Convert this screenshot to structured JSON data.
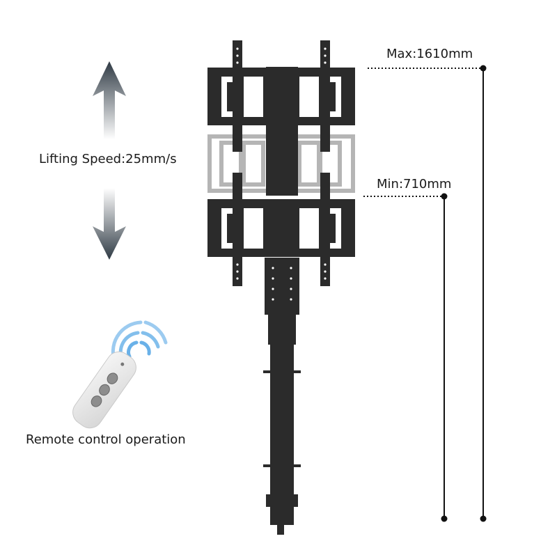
{
  "labels": {
    "lifting_speed": "Lifting Speed:25mm/s",
    "remote_control": "Remote control operation",
    "max_height": "Max:1610mm",
    "min_height": "Min:710mm"
  },
  "colors": {
    "mount_dark": "#2b2b2b",
    "mount_ghost": "#b5b5b5",
    "arrow_top": "#2f3a44",
    "arrow_fade": "#ffffff",
    "remote_body": "#e9e9e9",
    "signal_wave": "#5aa9e6",
    "dimension_line": "#111111"
  },
  "icons": {
    "up_arrow": "arrow-up-icon",
    "down_arrow": "arrow-down-icon",
    "remote": "remote-control-icon",
    "signal": "wireless-signal-icon"
  }
}
